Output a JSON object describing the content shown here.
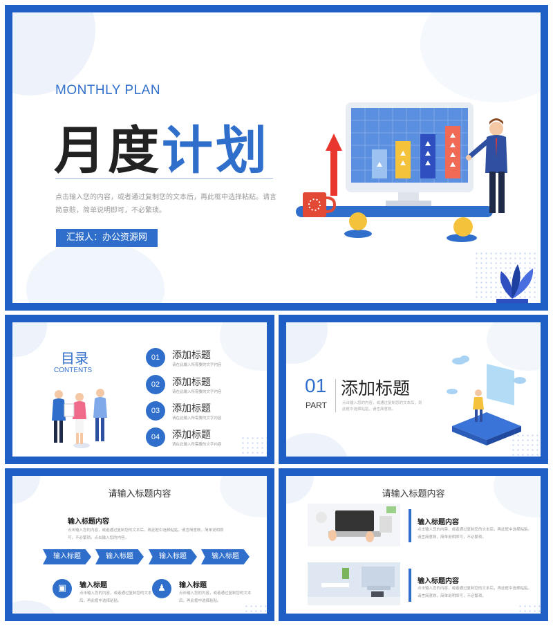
{
  "cover": {
    "eyebrow": "MONTHLY PLAN",
    "title_dark": "月度",
    "title_blue": "计划",
    "description": "点击输入您的内容，或者通过复制您的文本后，再此框中选择粘贴。请言简意赅，简单说明即可，不必繁琐。",
    "reporter": "汇报人：办公资源网"
  },
  "toc": {
    "title": "目录",
    "subtitle": "CONTENTS",
    "items": [
      {
        "num": "01",
        "label": "添加标题",
        "desc": "请在此输入所需要的文字内容"
      },
      {
        "num": "02",
        "label": "添加标题",
        "desc": "请在此输入所需要的文字内容"
      },
      {
        "num": "03",
        "label": "添加标题",
        "desc": "请在此输入所需要的文字内容"
      },
      {
        "num": "04",
        "label": "添加标题",
        "desc": "请在此输入所需要的文字内容"
      }
    ]
  },
  "part": {
    "number": "01",
    "word": "PART",
    "title": "添加标题",
    "desc": "点击输入您的内容，或通过复制您的文本后，到此框中选择粘贴，请言简意赅。"
  },
  "content_a": {
    "title": "请输入标题内容",
    "subhead": "输入标题内容",
    "para": "点击输入您的内容，或者通过复制您的文本后，再此框中选择粘贴。请言简意赅，简单说明即可，不必繁琐。点击输入您的内容。",
    "tags": [
      "输入标题",
      "输入标题",
      "输入标题",
      "输入标题"
    ],
    "items": [
      {
        "title": "输入标题",
        "desc": "点击输入您的内容，或者通过复制您的文本后，再此框中选择粘贴。"
      },
      {
        "title": "输入标题",
        "desc": "点击输入您的内容，或者通过复制您的文本后，再此框中选择粘贴。"
      }
    ]
  },
  "content_b": {
    "title": "请输入标题内容",
    "items": [
      {
        "head": "输入标题内容",
        "desc": "点击输入您的内容，或者通过复制您的文本后，再此框中选择粘贴。请言简意赅，简单说明即可，不必繁琐。"
      },
      {
        "head": "输入标题内容",
        "desc": "点击输入您的内容，或者通过复制您的文本后，再此框中选择粘贴。请言简意赅，简单说明即可，不必繁琐。"
      }
    ]
  },
  "colors": {
    "border": "#1f5fc5",
    "accent": "#2f6fcb"
  }
}
